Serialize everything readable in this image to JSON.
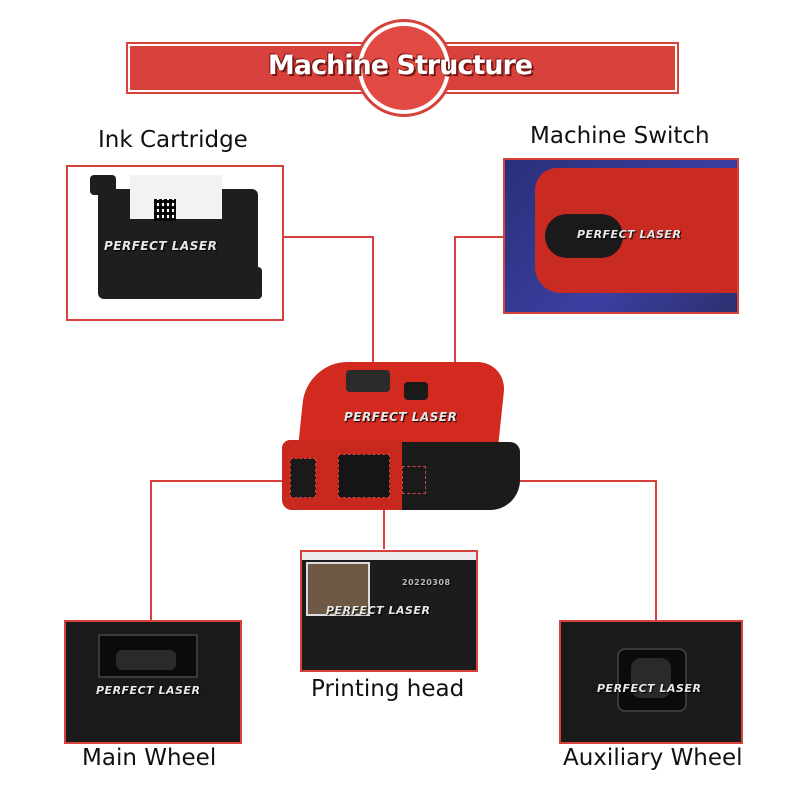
{
  "title": "Machine Structure",
  "brand": "PERFECT LASER",
  "labels": {
    "ink_cartridge": "Ink Cartridge",
    "machine_switch": "Machine Switch",
    "printing_head": "Printing head",
    "main_wheel": "Main Wheel",
    "auxiliary_wheel": "Auxiliary Wheel"
  },
  "printing_head_code": "20220308",
  "colors": {
    "accent": "#d7423c",
    "device_red": "#d32a20"
  }
}
